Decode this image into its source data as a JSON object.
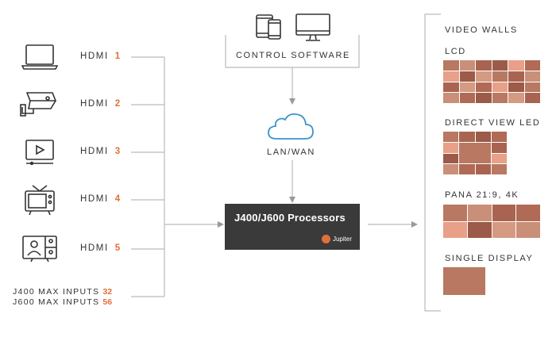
{
  "inputs": [
    {
      "icon": "laptop-icon",
      "label": "HDMI",
      "number": "1"
    },
    {
      "icon": "camera-icon",
      "label": "HDMI",
      "number": "2"
    },
    {
      "icon": "video-player-icon",
      "label": "HDMI",
      "number": "3"
    },
    {
      "icon": "tv-icon",
      "label": "HDMI",
      "number": "4"
    },
    {
      "icon": "video-conference-icon",
      "label": "HDMI",
      "number": "5"
    }
  ],
  "max_inputs": [
    {
      "label": "J400 MAX INPUTS",
      "value": "32"
    },
    {
      "label": "J600 MAX INPUTS",
      "value": "56"
    }
  ],
  "control": {
    "label": "CONTROL SOFTWARE",
    "icons": [
      "tablet-phone-icon",
      "monitor-icon"
    ]
  },
  "network": {
    "label": "LAN/WAN",
    "icon": "cloud-icon"
  },
  "processor": {
    "title": "J400/J600 Processors",
    "brand": "Jupiter"
  },
  "outputs": {
    "title": "VIDEO WALLS",
    "walls": [
      {
        "label": "LCD"
      },
      {
        "label": "DIRECT VIEW LED"
      },
      {
        "label": "PANA 21:9, 4K"
      },
      {
        "label": "SINGLE DISPLAY"
      }
    ]
  },
  "colors": {
    "accent": "#e0703a",
    "processor_bg": "#3a3a3a",
    "line": "#bbbbbb",
    "wall_palette": [
      "#b87862",
      "#a96451",
      "#c98f78",
      "#e8a088",
      "#9c5a48",
      "#d49a82",
      "#b06a55"
    ]
  }
}
